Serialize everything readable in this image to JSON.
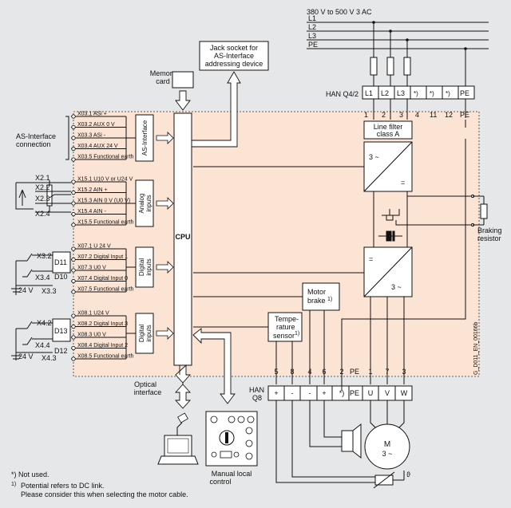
{
  "supply": {
    "title": "380 V to 500 V 3 AC",
    "lines": [
      "L1",
      "L2",
      "L3",
      "PE"
    ]
  },
  "han_q42": {
    "label": "HAN Q4/2",
    "slots": [
      "L1",
      "L2",
      "L3",
      "*)",
      "*)",
      "*)",
      "PE"
    ],
    "numbers": [
      "1",
      "2",
      "3",
      "4",
      "11",
      "12",
      "PE"
    ]
  },
  "han_q8": {
    "label_line1": "HAN",
    "label_line2": "Q8",
    "numbers": [
      "5",
      "8",
      "4",
      "6",
      "2",
      "PE",
      "1",
      "7",
      "3"
    ],
    "slots": [
      "+",
      "-",
      "-",
      "+",
      "*)",
      "PE",
      "U",
      "V",
      "W"
    ]
  },
  "jack_socket": {
    "line1": "Jack socket for",
    "line2": "AS-Interface",
    "line3": "addressing device"
  },
  "memory_card": {
    "line1": "Memory",
    "line2": "card"
  },
  "cpu": {
    "label": "CPU"
  },
  "modules": {
    "as_interface": "AS-Interface",
    "analog_inputs_1": "Analog",
    "analog_inputs_2": "inputs",
    "digital_inputs_1": "Digital",
    "digital_inputs_2": "inputs"
  },
  "as_interface_connection": {
    "line1": "AS-Interface",
    "line2": "connection"
  },
  "terminals": {
    "x03": [
      "X03.1 ASi +",
      "X03.2 AUX 0 V",
      "X03.3 ASi -",
      "X03.4 AUX 24 V",
      "X03.5 Functional earth"
    ],
    "x15": [
      "X15.1 U10 V or U24 V",
      "X15.2 AIN +",
      "X15.3 AIN 0 V (U0 V)",
      "X15.4 AIN -",
      "X15.5 Functional earth"
    ],
    "x07": [
      "X07.1 U 24 V",
      "X07.2 Digital Input 1",
      "X07.3 U0 V",
      "X07.4 Digital Input 0",
      "X07.5 Functional earth"
    ],
    "x08": [
      "X08.1 U24 V",
      "X08.2 Digital Input 3",
      "X08.3 U0 V",
      "X08.4 Digital Input 2",
      "X08.5 Functional earth"
    ]
  },
  "external": {
    "x2": [
      "X2.1",
      "X2.2",
      "X2.3",
      "X2.4"
    ],
    "x3": [
      "X3.2",
      "X3.4",
      "X3.3"
    ],
    "d_x3": [
      "D11",
      "D10"
    ],
    "x4": [
      "X4.2",
      "X4.4",
      "X4.3"
    ],
    "d_x4": [
      "D13",
      "D12"
    ],
    "v24": "24 V"
  },
  "line_filter": {
    "line1": "Line filter",
    "line2": "class A"
  },
  "rectifier": {
    "label": "3 ~",
    "dc": "="
  },
  "inverter": {
    "dc": "=",
    "label": "3 ~"
  },
  "braking_resistor": {
    "line1": "Braking",
    "line2": "resistor"
  },
  "motor_brake": {
    "line1": "Motor",
    "line2": "brake",
    "note": "1)"
  },
  "temp_sensor": {
    "line1": "Tempe-",
    "line2": "rature",
    "line3": "sensor",
    "note": "1)"
  },
  "optical_interface": {
    "line1": "Optical",
    "line2": "interface"
  },
  "manual_control": {
    "line1": "Manual local",
    "line2": "control"
  },
  "motor": {
    "label": "M",
    "phase": "3 ~"
  },
  "footnotes": {
    "star": "*) Not used.",
    "one_marker": "1)",
    "one_line1": "Potential refers to DC link.",
    "one_line2": "Please consider this when selecting the motor cable."
  },
  "figure_id": "G_D011_EN_00166b"
}
